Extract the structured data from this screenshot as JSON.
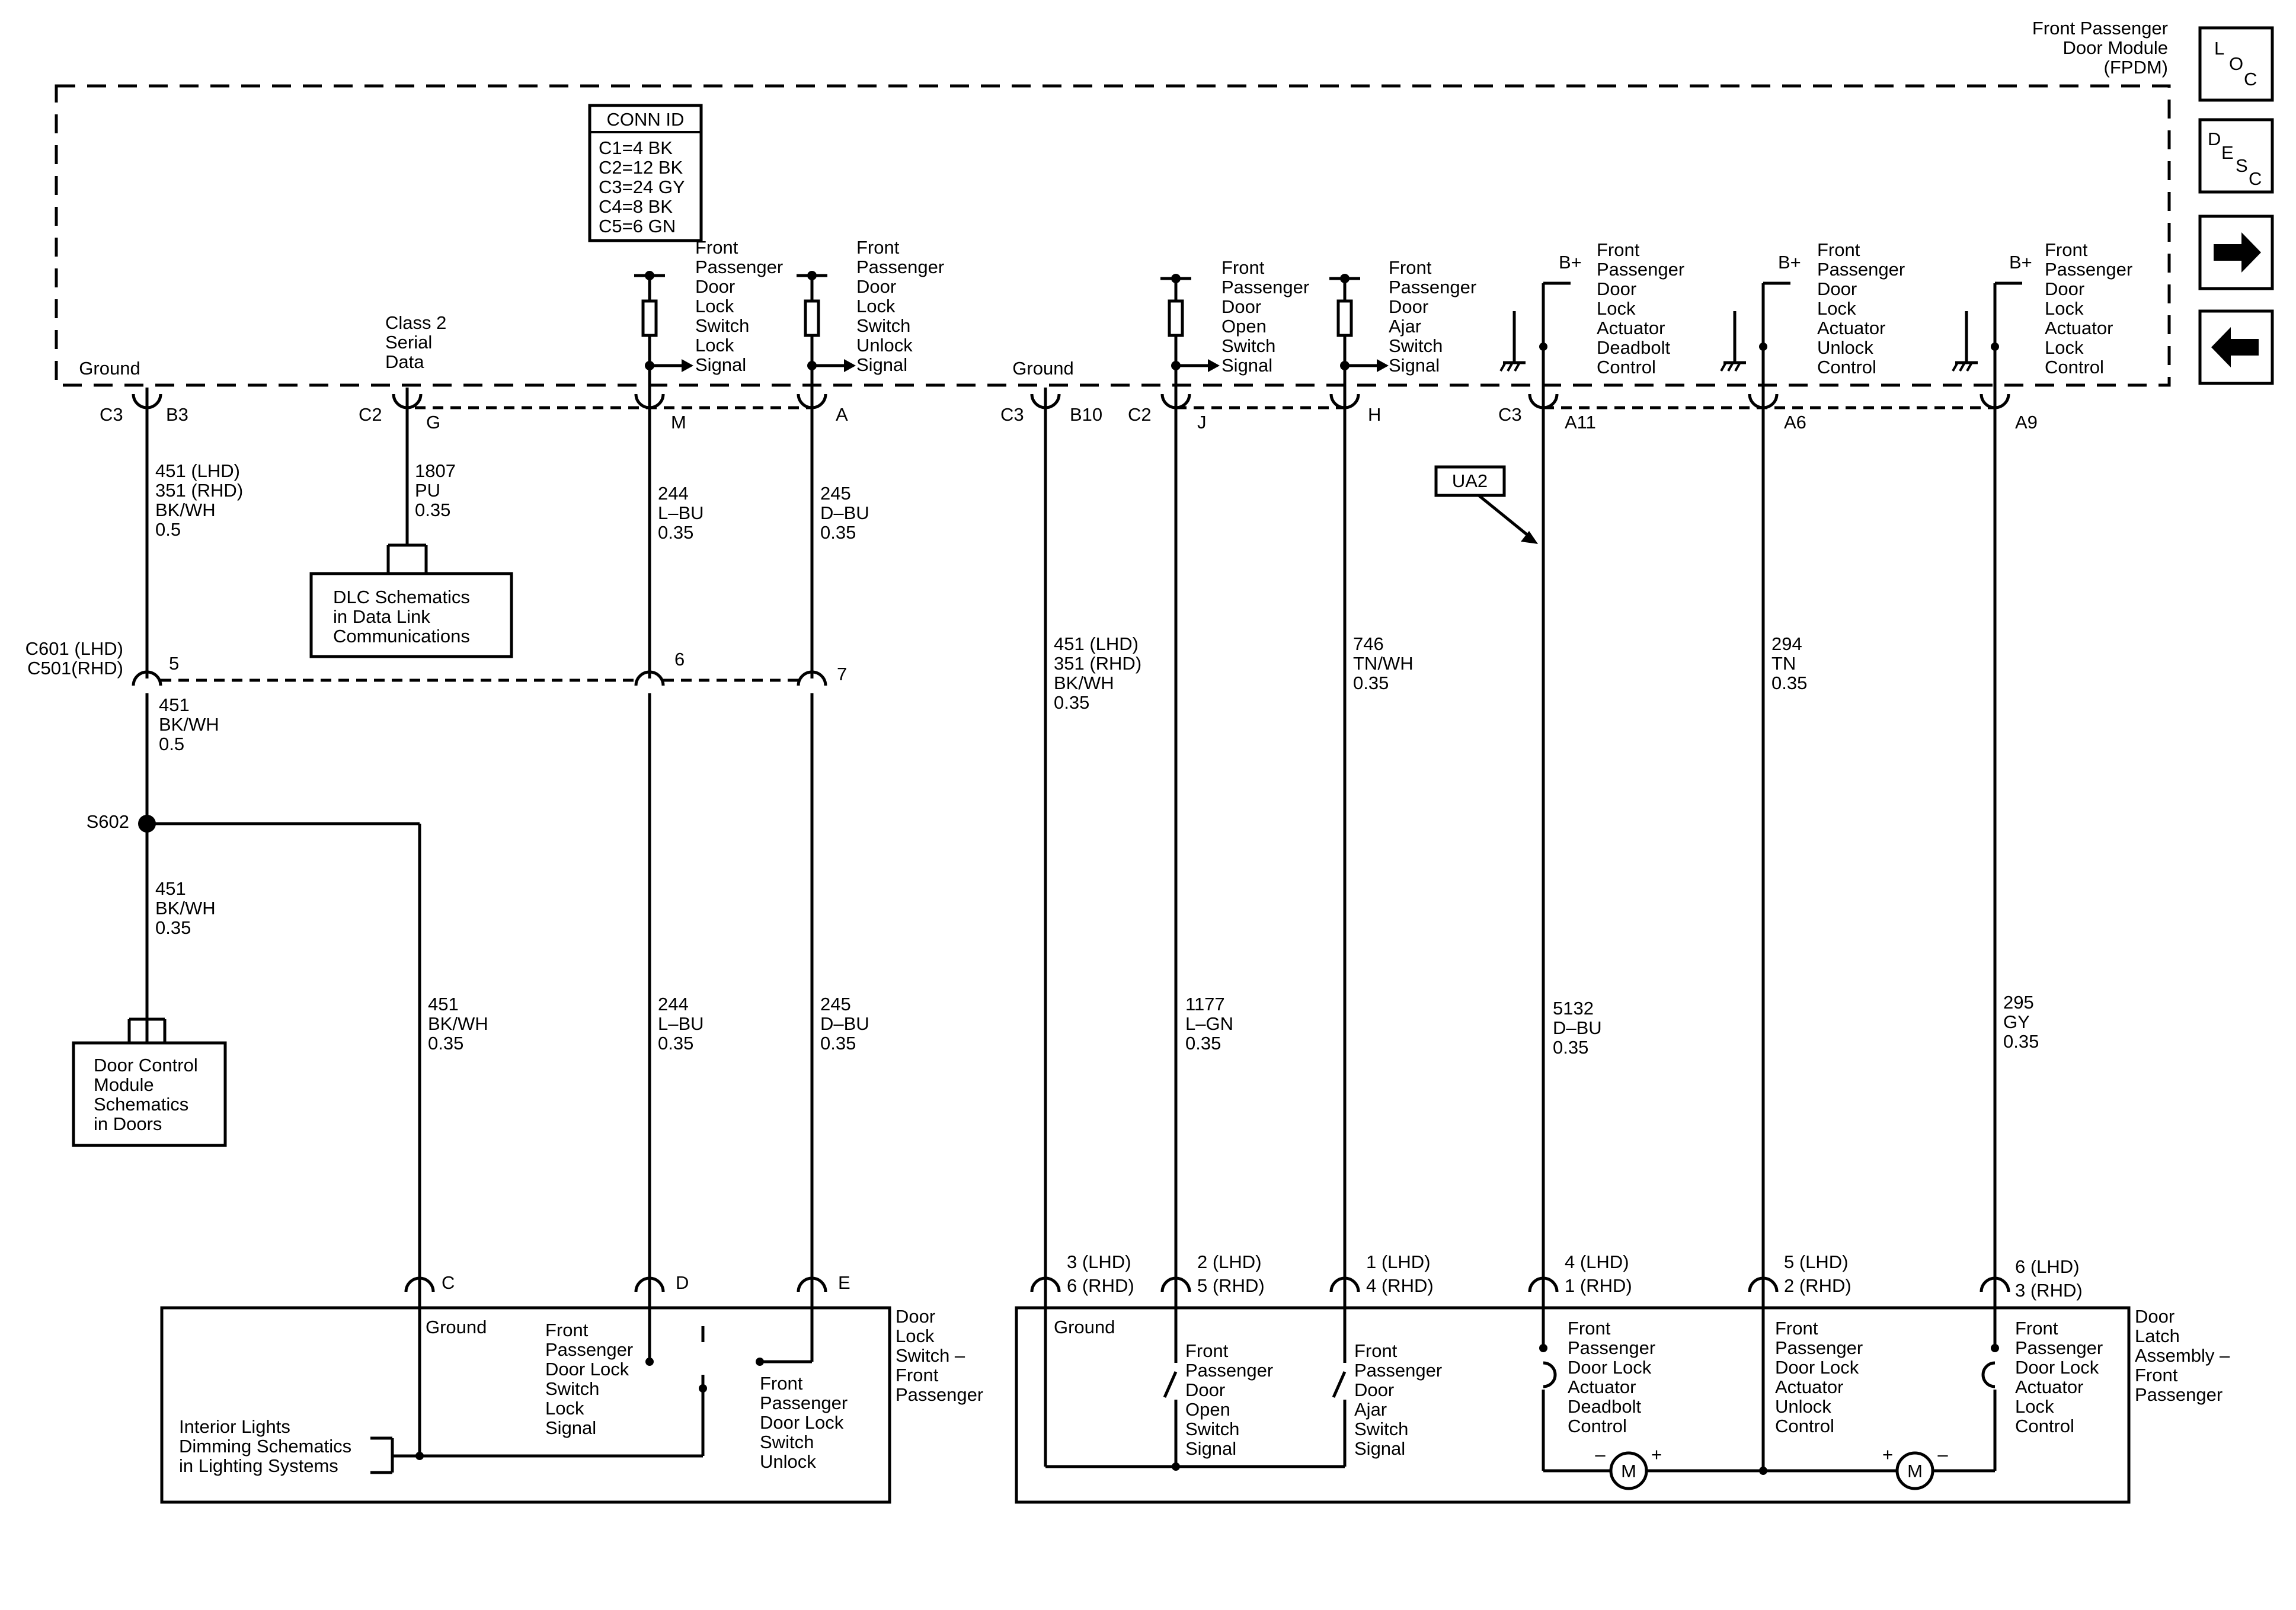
{
  "module": {
    "title": [
      "Front Passenger",
      "Door Module",
      "(FPDM)"
    ]
  },
  "nav": {
    "loc": [
      "L",
      "O",
      "C"
    ],
    "desc": [
      "D",
      "E",
      "S",
      "C"
    ]
  },
  "conn_id": {
    "header": "CONN ID",
    "rows": [
      "C1=4 BK",
      "C2=12 BK",
      "C3=24 GY",
      "C4=8 BK",
      "C5=6 GN"
    ]
  },
  "top_labels": {
    "ground1": "Ground",
    "class2": [
      "Class 2",
      "Serial",
      "Data"
    ],
    "lock_signal": [
      "Front",
      "Passenger",
      "Door",
      "Lock",
      "Switch",
      "Lock",
      "Signal"
    ],
    "unlock_signal": [
      "Front",
      "Passenger",
      "Door",
      "Lock",
      "Switch",
      "Unlock",
      "Signal"
    ],
    "ground2": "Ground",
    "open_signal": [
      "Front",
      "Passenger",
      "Door",
      "Open",
      "Switch",
      "Signal"
    ],
    "ajar_signal": [
      "Front",
      "Passenger",
      "Door",
      "Ajar",
      "Switch",
      "Signal"
    ],
    "deadbolt": [
      "Front",
      "Passenger",
      "Door",
      "Lock",
      "Actuator",
      "Deadbolt",
      "Control"
    ],
    "unlock_ctrl": [
      "Front",
      "Passenger",
      "Door",
      "Lock",
      "Actuator",
      "Unlock",
      "Control"
    ],
    "lock_ctrl": [
      "Front",
      "Passenger",
      "Door",
      "Lock",
      "Actuator",
      "Lock",
      "Control"
    ],
    "bplus": "B+"
  },
  "pins_top": {
    "c3": "C3",
    "b3": "B3",
    "c2": "C2",
    "g": "G",
    "m": "M",
    "a": "A",
    "c3b": "C3",
    "b10": "B10",
    "c2b": "C2",
    "j": "J",
    "h": "H",
    "c3c": "C3",
    "a11": "A11",
    "a6": "A6",
    "a9": "A9"
  },
  "wires": {
    "w451": [
      "451 (LHD)",
      "351 (RHD)",
      "BK/WH",
      "0.5"
    ],
    "w1807": [
      "1807",
      "PU",
      "0.35"
    ],
    "w244": [
      "244",
      "L–BU",
      "0.35"
    ],
    "w245": [
      "245",
      "D–BU",
      "0.35"
    ],
    "w451b": [
      "451 (LHD)",
      "351 (RHD)",
      "BK/WH",
      "0.35"
    ],
    "w746": [
      "746",
      "TN/WH",
      "0.35"
    ],
    "w294": [
      "294",
      "TN",
      "0.35"
    ],
    "w451c": [
      "451",
      "BK/WH",
      "0.5"
    ],
    "w451d": [
      "451",
      "BK/WH",
      "0.35"
    ],
    "w451e": [
      "451",
      "BK/WH",
      "0.35"
    ],
    "w244b": [
      "244",
      "L–BU",
      "0.35"
    ],
    "w245b": [
      "245",
      "D–BU",
      "0.35"
    ],
    "w1177": [
      "1177",
      "L–GN",
      "0.35"
    ],
    "w5132": [
      "5132",
      "D–BU",
      "0.35"
    ],
    "w295": [
      "295",
      "GY",
      "0.35"
    ]
  },
  "inline": {
    "c601": "C601 (LHD)",
    "c501": "C501(RHD)",
    "p5": "5",
    "p6": "6",
    "p7": "7",
    "splice": "S602"
  },
  "ua2": "UA2",
  "refs": {
    "dlc": [
      "DLC Schematics",
      "in Data Link",
      "Communications"
    ],
    "dcm": [
      "Door Control",
      "Module",
      "Schematics",
      "in Doors"
    ],
    "interior": [
      "Interior Lights",
      "Dimming Schematics",
      "in Lighting Systems"
    ]
  },
  "switch_comp": {
    "name": [
      "Door",
      "Lock",
      "Switch –",
      "Front",
      "Passenger"
    ],
    "pins": {
      "c": "C",
      "d": "D",
      "e": "E"
    },
    "ground": "Ground",
    "lock": [
      "Front",
      "Passenger",
      "Door Lock",
      "Switch",
      "Lock",
      "Signal"
    ],
    "unlock": [
      "Front",
      "Passenger",
      "Door Lock",
      "Switch",
      "Unlock"
    ]
  },
  "latch_comp": {
    "name": [
      "Door",
      "Latch",
      "Assembly –",
      "Front",
      "Passenger"
    ],
    "pins": [
      [
        "3 (LHD)",
        "6 (RHD)"
      ],
      [
        "2 (LHD)",
        "5 (RHD)"
      ],
      [
        "1 (LHD)",
        "4 (RHD)"
      ],
      [
        "4 (LHD)",
        "1 (RHD)"
      ],
      [
        "5 (LHD)",
        "2 (RHD)"
      ],
      [
        "6 (LHD)",
        "3 (RHD)"
      ]
    ],
    "ground": "Ground",
    "open": [
      "Front",
      "Passenger",
      "Door",
      "Open",
      "Switch",
      "Signal"
    ],
    "ajar": [
      "Front",
      "Passenger",
      "Door",
      "Ajar",
      "Switch",
      "Signal"
    ],
    "deadbolt": [
      "Front",
      "Passenger",
      "Door Lock",
      "Actuator",
      "Deadbolt",
      "Control"
    ],
    "unlock": [
      "Front",
      "Passenger",
      "Door Lock",
      "Actuator",
      "Unlock",
      "Control"
    ],
    "lock": [
      "Front",
      "Passenger",
      "Door Lock",
      "Actuator",
      "Lock",
      "Control"
    ],
    "motor": "M",
    "minus": "–",
    "plus": "+"
  }
}
